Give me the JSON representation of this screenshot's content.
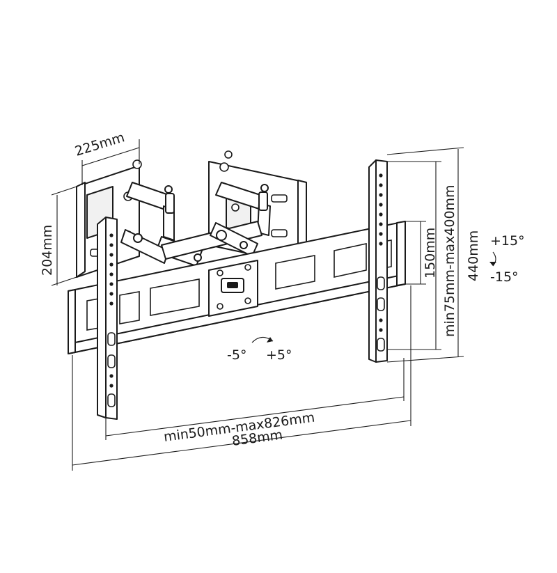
{
  "dimensions": {
    "arm_depth": "225mm",
    "wall_plate_height": "204mm",
    "horizontal_spacing": "min50mm-max826mm",
    "total_width": "858mm",
    "vertical_spacing": "min75mm-max400mm",
    "bracket_height": "440mm",
    "rail_height": "150mm"
  },
  "angles": {
    "tilt_up": "+15°",
    "tilt_down": "-15°",
    "level_left": "-5°",
    "level_right": "+5°"
  },
  "colors": {
    "line": "#1a1a1a",
    "background": "#ffffff"
  }
}
